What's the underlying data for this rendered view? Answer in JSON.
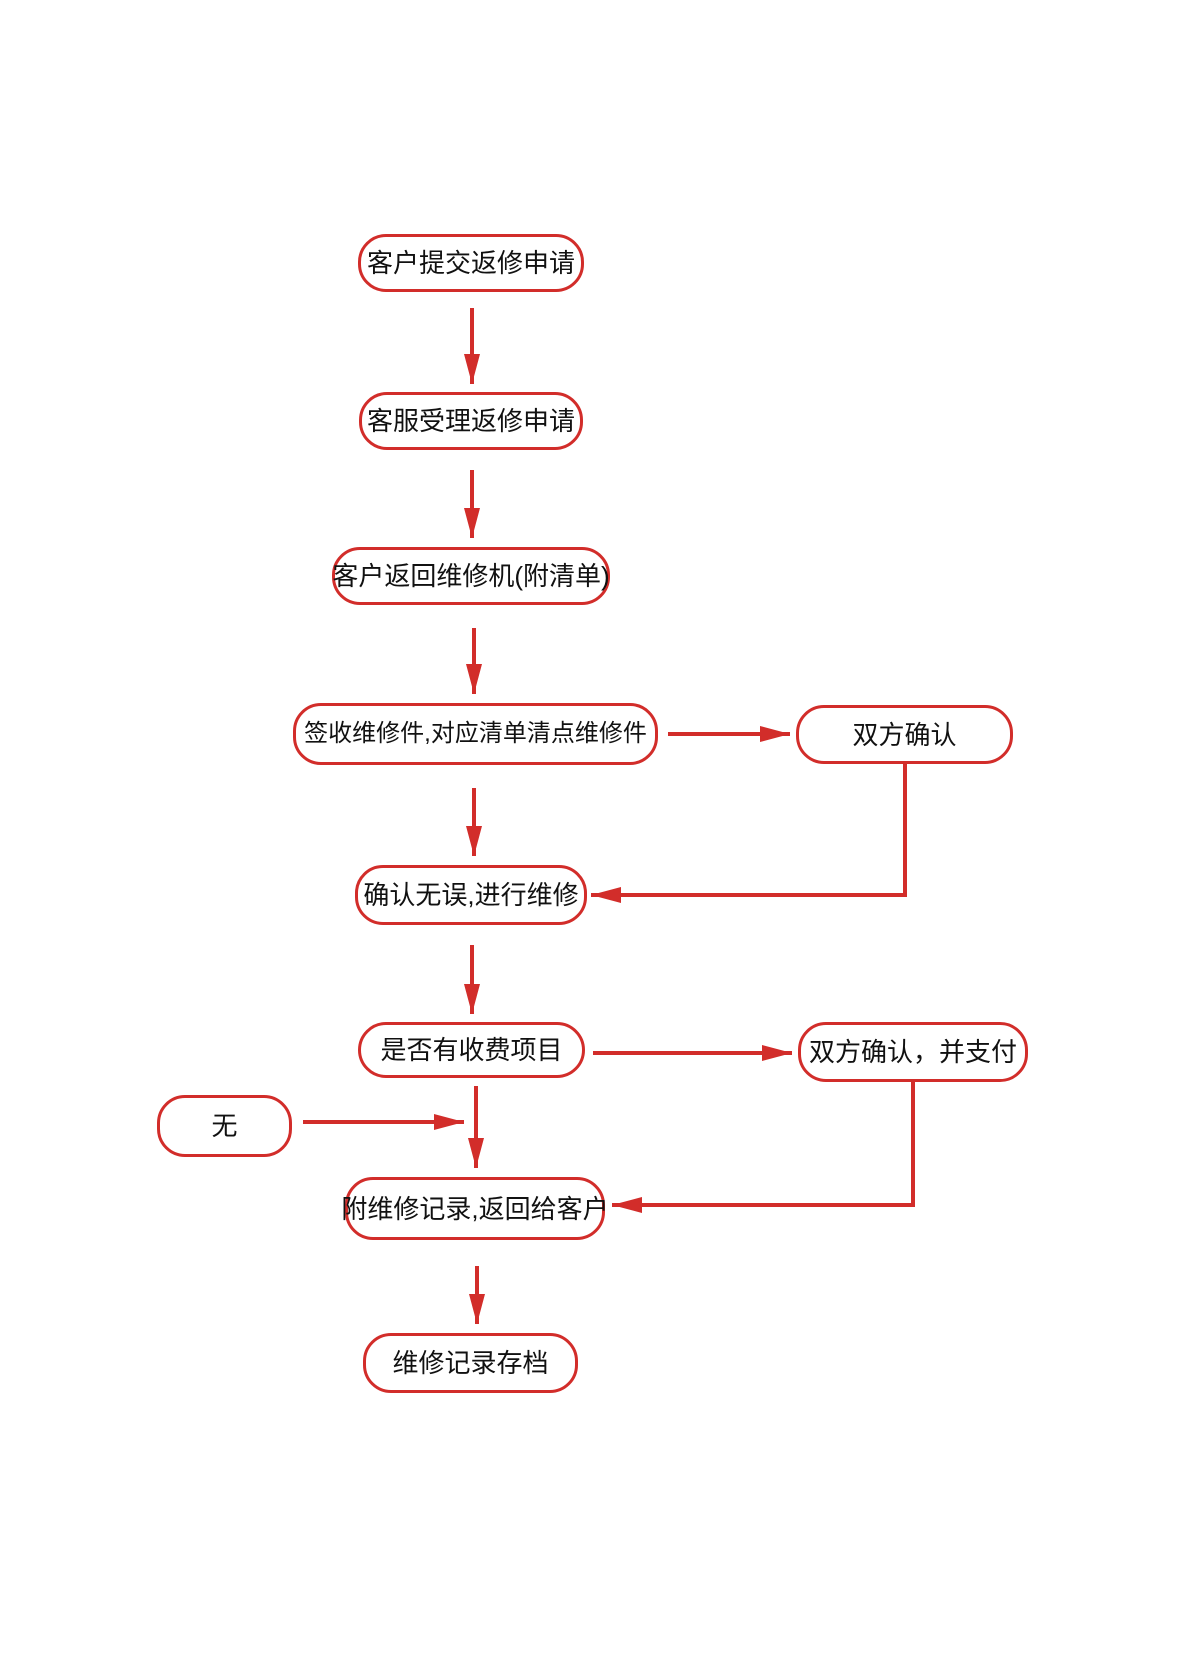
{
  "diagram": {
    "type": "flowchart",
    "background_color": "#ffffff",
    "accent_color": "#d22d2a",
    "text_color": "#111111",
    "nodes": [
      {
        "id": "submit-request",
        "label": "客户提交返修申请"
      },
      {
        "id": "accept-request",
        "label": "客服受理返修申请"
      },
      {
        "id": "return-machine",
        "label": "客户返回维修机(附清单)"
      },
      {
        "id": "sign-and-check",
        "label": "签收维修件,对应清单清点维修件"
      },
      {
        "id": "both-confirm",
        "label": "双方确认"
      },
      {
        "id": "confirm-and-repair",
        "label": "确认无误,进行维修"
      },
      {
        "id": "charge-items-check",
        "label": "是否有收费项目"
      },
      {
        "id": "confirm-and-pay",
        "label": "双方确认，并支付"
      },
      {
        "id": "none",
        "label": "无"
      },
      {
        "id": "attach-record-return",
        "label": "附维修记录,返回给客户"
      },
      {
        "id": "archive-record",
        "label": "维修记录存档"
      }
    ],
    "edges": [
      {
        "from": "submit-request",
        "to": "accept-request"
      },
      {
        "from": "accept-request",
        "to": "return-machine"
      },
      {
        "from": "return-machine",
        "to": "sign-and-check"
      },
      {
        "from": "sign-and-check",
        "to": "both-confirm"
      },
      {
        "from": "sign-and-check",
        "to": "confirm-and-repair"
      },
      {
        "from": "both-confirm",
        "to": "confirm-and-repair"
      },
      {
        "from": "confirm-and-repair",
        "to": "charge-items-check"
      },
      {
        "from": "charge-items-check",
        "to": "confirm-and-pay"
      },
      {
        "from": "charge-items-check",
        "to": "attach-record-return"
      },
      {
        "from": "none",
        "to": "attach-record-return"
      },
      {
        "from": "confirm-and-pay",
        "to": "attach-record-return"
      },
      {
        "from": "attach-record-return",
        "to": "archive-record"
      }
    ]
  }
}
